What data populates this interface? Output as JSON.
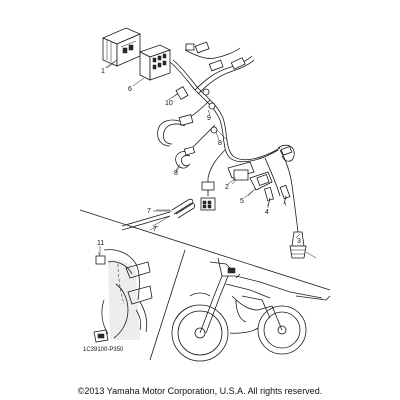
{
  "callouts": [
    {
      "id": "1",
      "text": "1"
    },
    {
      "id": "2",
      "text": "2"
    },
    {
      "id": "3",
      "text": "3"
    },
    {
      "id": "4",
      "text": "4"
    },
    {
      "id": "5",
      "text": "5"
    },
    {
      "id": "6",
      "text": "6"
    },
    {
      "id": "7a",
      "text": "7"
    },
    {
      "id": "7b",
      "text": "7"
    },
    {
      "id": "8a",
      "text": "8"
    },
    {
      "id": "8b",
      "text": "8"
    },
    {
      "id": "9",
      "text": "9"
    },
    {
      "id": "10",
      "text": "10"
    },
    {
      "id": "11",
      "text": "11"
    }
  ],
  "diagram_code": "1C39100-P350",
  "copyright": "©2013 Yamaha Motor Corporation, U.S.A. All rights reserved."
}
